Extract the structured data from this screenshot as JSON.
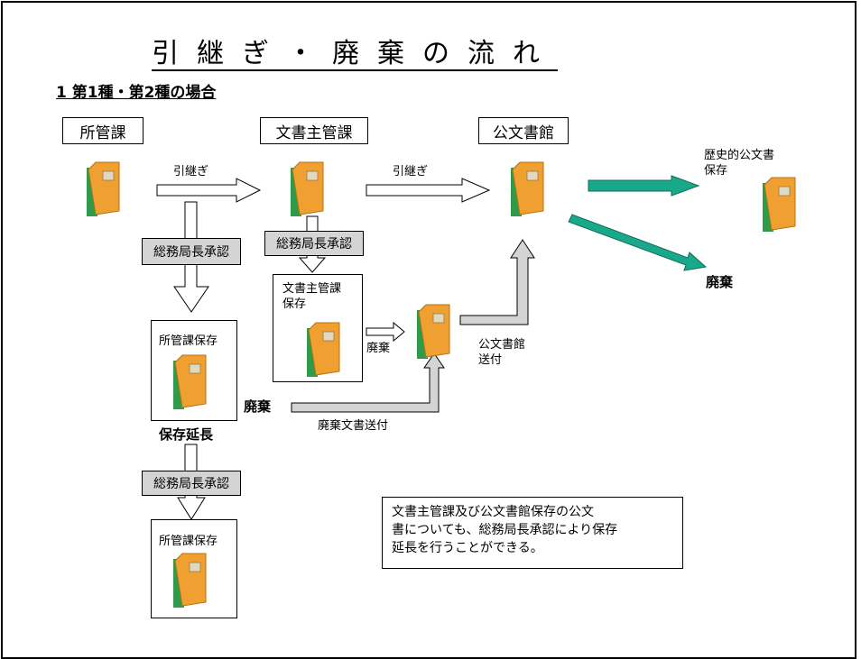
{
  "title": "引継ぎ・廃棄の流れ",
  "subtitle": "1 第1種・第2種の場合",
  "headers": {
    "shokanka": "所管課",
    "bunsho": "文書主管課",
    "kobunshokan": "公文書館"
  },
  "labels": {
    "hikitsugi1": "引継ぎ",
    "hikitsugi2": "引継ぎ",
    "rekishi": "歴史的公文書\n保存",
    "haiki_right": "廃棄",
    "soumu1": "総務局長承認",
    "soumu2": "総務局長承認",
    "soumu3": "総務局長承認",
    "shokanka_hozon1": "所管課保存",
    "shokanka_hozon2": "所管課保存",
    "hozon_encho": "保存延長",
    "bunsho_hozon": "文書主管課\n保存",
    "haiki_small": "廃棄",
    "kobunshokan_soufu": "公文書館\n送付",
    "haiki_left": "廃棄",
    "haiki_bunsho_soufu": "廃棄文書送付"
  },
  "note": {
    "line1": "文書主管課及び公文書館保存の公文",
    "line2": "書についても、総務局長承認により保存",
    "line3": "延長を行うことができる。"
  },
  "colors": {
    "book_orange": "#f0a030",
    "book_green": "#2e9a4a",
    "teal_arrow": "#1aa88a",
    "grey_box": "#d4d4d4"
  }
}
